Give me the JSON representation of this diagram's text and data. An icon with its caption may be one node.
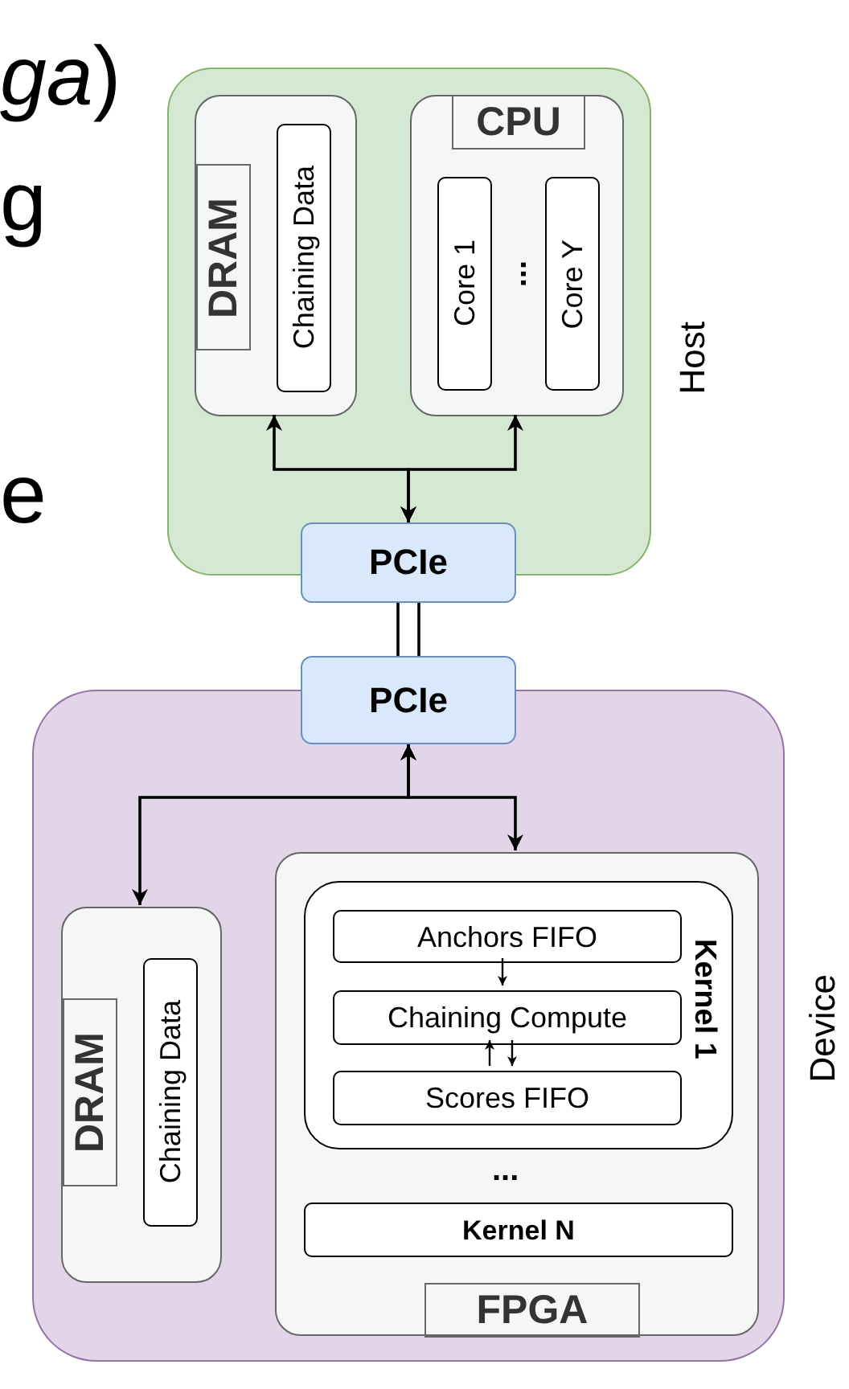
{
  "diagram": {
    "nodes": [
      {
        "text": [
          "Host"
        ]
      },
      {
        "text": [
          "DRAM"
        ],
        "in": 0
      },
      {
        "text": [
          "Chaining Data"
        ],
        "in": 1
      },
      {
        "text": [
          "CPU"
        ],
        "in": 0
      },
      {
        "text": [
          "Core 1"
        ],
        "in": 3
      },
      {
        "text": [
          "Core Y"
        ],
        "in": 3
      },
      {
        "text": [
          "PCIe"
        ]
      },
      {
        "text": [
          "Device"
        ]
      },
      {
        "text": [
          "PCIe"
        ]
      },
      {
        "text": [
          "DRAM"
        ],
        "in": 7
      },
      {
        "text": [
          "Chaining Data"
        ],
        "in": 9
      },
      {
        "text": [
          "FPGA"
        ],
        "in": 7
      },
      {
        "text": [
          "Kernel 1"
        ],
        "in": 11
      },
      {
        "text": [
          "Anchors FIFO"
        ],
        "in": 12
      },
      {
        "text": [
          "Chaining Compute"
        ],
        "in": 12
      },
      {
        "text": [
          "Scores FIFO"
        ],
        "in": 12
      },
      {
        "text": [
          "Kernel N"
        ],
        "in": 11
      }
    ],
    "edges": [
      {
        "from": 6,
        "to": 1,
        "arrow": "both"
      },
      {
        "from": 6,
        "to": 3,
        "arrow": "both"
      },
      {
        "from": 6,
        "to": 8,
        "arrow": "none"
      },
      {
        "from": 8,
        "to": 9,
        "arrow": "both"
      },
      {
        "from": 8,
        "to": 11,
        "arrow": "both"
      },
      {
        "from": 13,
        "to": 14,
        "arrow": "to"
      },
      {
        "from": 14,
        "to": 15,
        "arrow": "to"
      },
      {
        "from": 15,
        "to": 14,
        "arrow": "to"
      }
    ],
    "labels": [
      "*ga*)",
      "g",
      "e",
      "...",
      "..."
    ]
  }
}
